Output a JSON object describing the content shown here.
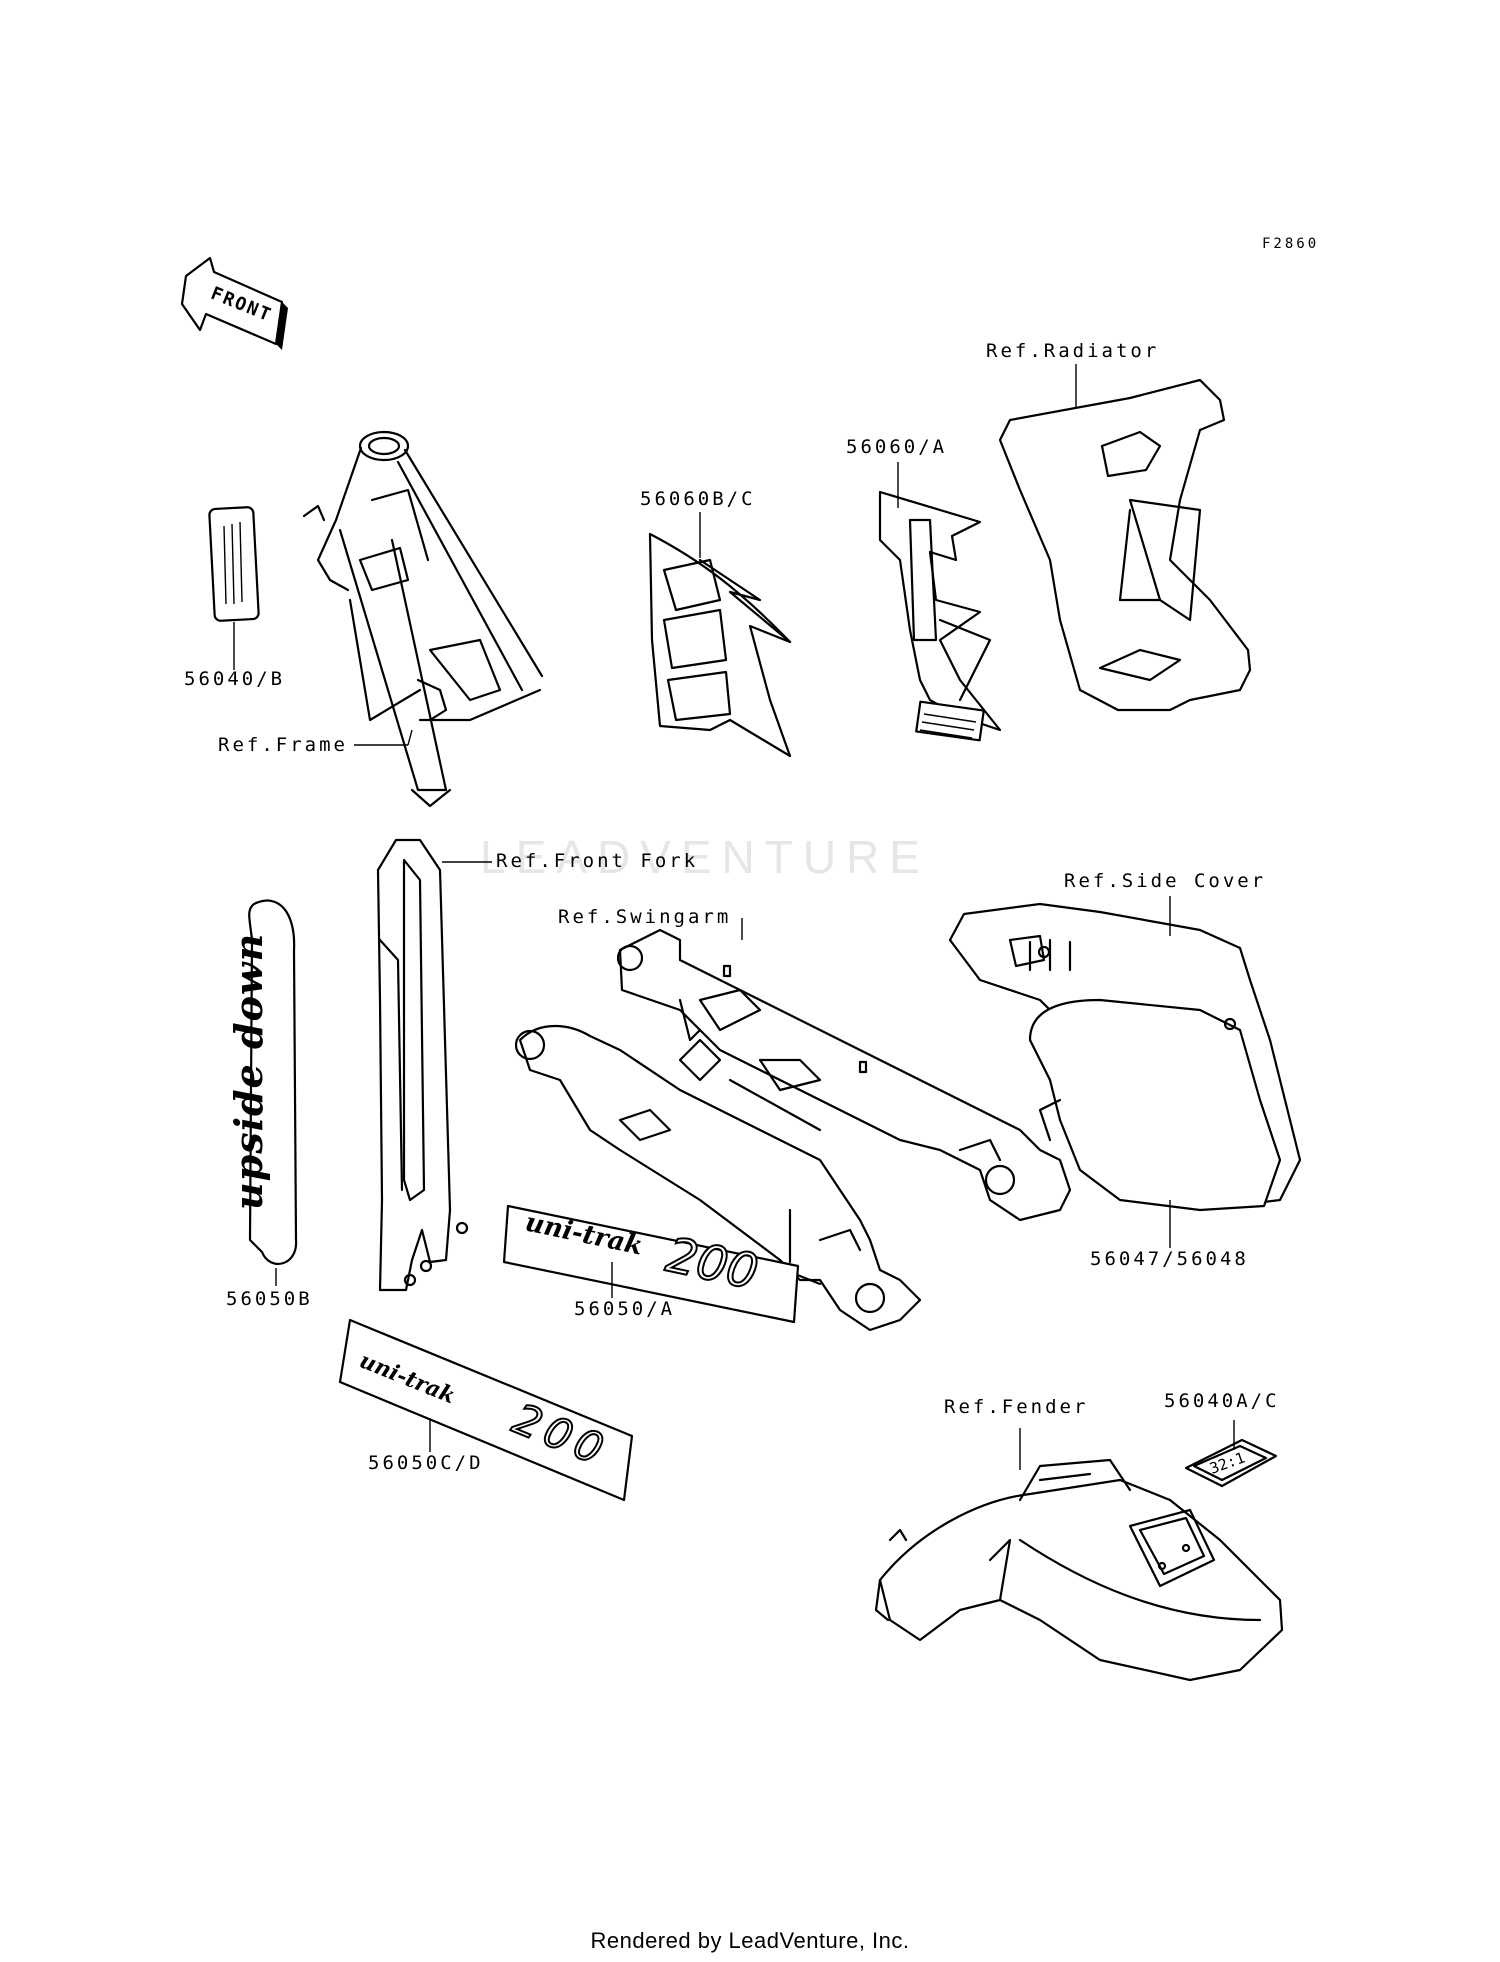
{
  "figure_code": "F2860",
  "front_arrow_label": "FRONT",
  "watermark": "LEADVENTURE",
  "callouts": {
    "ref_radiator": "Ref.Radiator",
    "p56060_a": "56060/A",
    "p56060_bc": "56060B/C",
    "p56040_b": "56040/B",
    "ref_frame": "Ref.Frame",
    "ref_front_fork": "Ref.Front Fork",
    "ref_swingarm": "Ref.Swingarm",
    "ref_side_cover": "Ref.Side Cover",
    "p56047_56048": "56047/56048",
    "p56050b": "56050B",
    "p56050_a": "56050/A",
    "p56050cd": "56050C/D",
    "ref_fender": "Ref.Fender",
    "p56040a_c": "56040A/C"
  },
  "decal_text": {
    "upside_down": "upside down",
    "uni_trak_a": "uni-trak",
    "uni_trak_a_num": "200",
    "uni_trak_b": "uni-trak",
    "uni_trak_b_num": "200",
    "fender_plate": "32:1"
  },
  "footer": "Rendered by LeadVenture, Inc."
}
